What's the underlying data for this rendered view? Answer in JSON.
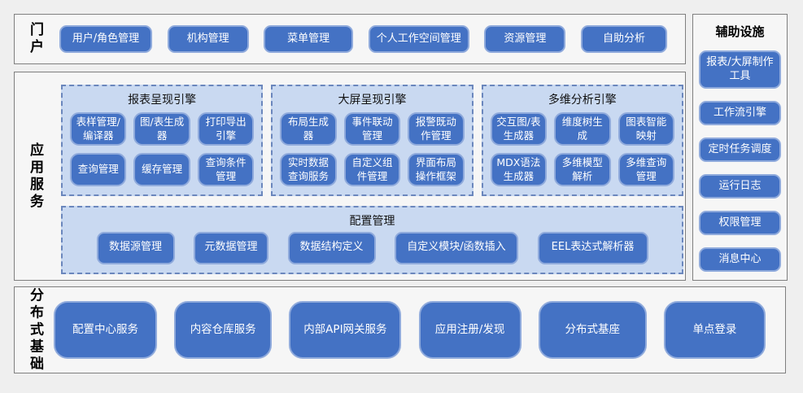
{
  "colors": {
    "node_fill": "#4472C4",
    "node_border": "#8FAADC",
    "panel_bg": "#C9D9F1",
    "panel_dash_border": "#6B87BD",
    "section_border": "#7F7F7F",
    "page_bg": "#EFEFEF",
    "node_text": "#FFFFFF",
    "label_text": "#000000"
  },
  "portal": {
    "label": "门户",
    "items": [
      "用户/角色管理",
      "机构管理",
      "菜单管理",
      "个人工作空间管理",
      "资源管理",
      "自助分析"
    ]
  },
  "app_services": {
    "label": "应用服务",
    "engines": [
      {
        "title": "报表呈现引擎",
        "items": [
          "表样管理/编译器",
          "图/表生成器",
          "打印导出引擎",
          "查询管理",
          "缓存管理",
          "查询条件管理"
        ]
      },
      {
        "title": "大屏呈现引擎",
        "items": [
          "布局生成器",
          "事件联动管理",
          "报警既动作管理",
          "实时数据查询服务",
          "自定义组件管理",
          "界面布局操作框架"
        ]
      },
      {
        "title": "多维分析引擎",
        "items": [
          "交互图/表生成器",
          "维度树生成",
          "图表智能映射",
          "MDX语法生成器",
          "多维模型解析",
          "多维查询管理"
        ]
      }
    ],
    "config": {
      "title": "配置管理",
      "items": [
        "数据源管理",
        "元数据管理",
        "数据结构定义",
        "自定义模块/函数插入",
        "EEL表达式解析器"
      ]
    }
  },
  "auxiliary": {
    "title": "辅助设施",
    "items": [
      "报表/大屏制作工具",
      "工作流引擎",
      "定时任务调度",
      "运行日志",
      "权限管理",
      "消息中心"
    ]
  },
  "foundation": {
    "label": "分布式基础",
    "items": [
      "配置中心服务",
      "内容仓库服务",
      "内部API网关服务",
      "应用注册/发现",
      "分布式基座",
      "单点登录"
    ]
  }
}
